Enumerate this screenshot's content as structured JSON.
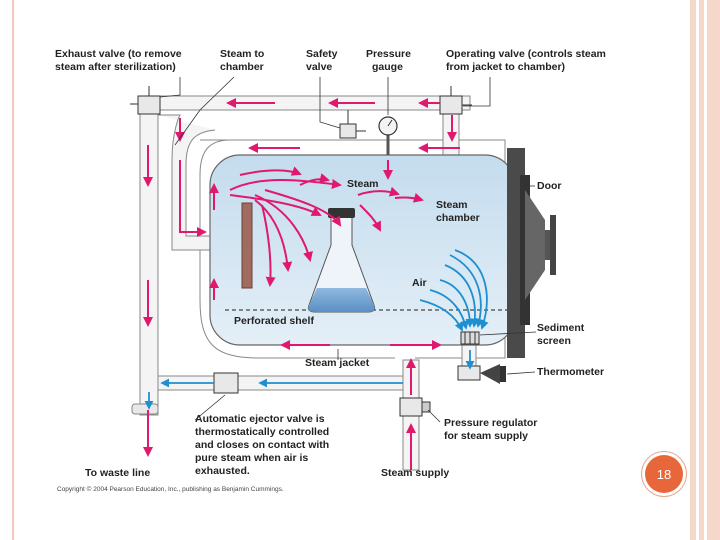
{
  "labels": {
    "exhaust_valve_1": "Exhaust valve (to remove",
    "exhaust_valve_2": "steam after sterilization)",
    "steam_to_chamber_1": "Steam to",
    "steam_to_chamber_2": "chamber",
    "safety_valve_1": "Safety",
    "safety_valve_2": "valve",
    "pressure_gauge_1": "Pressure",
    "pressure_gauge_2": "gauge",
    "operating_valve_1": "Operating valve (controls steam",
    "operating_valve_2": "from jacket to chamber)",
    "steam": "Steam",
    "steam_chamber_1": "Steam",
    "steam_chamber_2": "chamber",
    "door": "Door",
    "air": "Air",
    "perforated_shelf": "Perforated shelf",
    "sediment_screen_1": "Sediment",
    "sediment_screen_2": "screen",
    "steam_jacket": "Steam jacket",
    "thermometer": "Thermometer",
    "ejector_1": "Automatic ejector valve is",
    "ejector_2": "thermostatically controlled",
    "ejector_3": "and closes on contact with",
    "ejector_4": "pure steam when air is",
    "ejector_5": "exhausted.",
    "pressure_regulator_1": "Pressure regulator",
    "pressure_regulator_2": "for steam supply",
    "to_waste_line": "To waste line",
    "steam_supply": "Steam supply",
    "copyright": "Copyright © 2004 Pearson Education, Inc., publishing as Benjamin Cummings."
  },
  "slide_number": "18",
  "colors": {
    "steam_arrow": "#e0186e",
    "air_arrow": "#1e8fd0",
    "chamber_fill": "#d2e6f3",
    "pipe": "#f4f4f4",
    "door": "#4a4a4a",
    "slide_number_bg": "#e8673a",
    "frame": "#f6d8cb"
  }
}
